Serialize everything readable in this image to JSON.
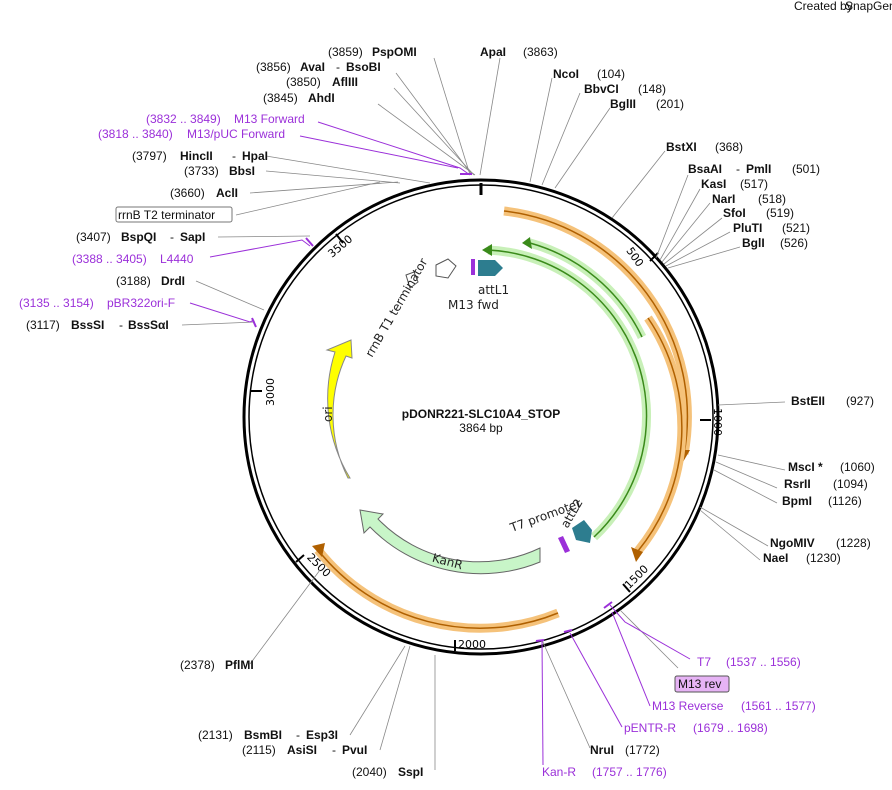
{
  "brand": {
    "created_by": "Created by",
    "name": "SnapGene"
  },
  "plasmid": {
    "name": "pDONR221-SLC10A4_STOP",
    "length": "3864 bp"
  },
  "tick_labels": [
    "500",
    "1000",
    "1500",
    "2000",
    "2500",
    "3000",
    "3500"
  ],
  "enzymes_top": [
    {
      "pos": "(3859)",
      "name": "PspOMI"
    },
    {
      "pos": "(3856)",
      "name": "AvaI",
      "alt": "BsoBI"
    },
    {
      "pos": "(3850)",
      "name": "AflIII"
    },
    {
      "pos": "(3845)",
      "name": "AhdI"
    },
    {
      "pos": "(3863)",
      "name": "ApaI"
    }
  ],
  "primers_top": [
    {
      "range": "(3832 .. 3849)",
      "name": "M13 Forward"
    },
    {
      "range": "(3818 .. 3840)",
      "name": "M13/pUC Forward"
    }
  ],
  "enzymes_left": [
    {
      "pos": "(3797)",
      "name": "HincII",
      "alt": "HpaI"
    },
    {
      "pos": "(3733)",
      "name": "BbsI"
    },
    {
      "pos": "(3660)",
      "name": "AclI"
    },
    {
      "pos": "(3407)",
      "name": "BspQI",
      "alt": "SapI"
    },
    {
      "pos": "(3188)",
      "name": "DrdI"
    },
    {
      "pos": "(3117)",
      "name": "BssSI",
      "alt": "BssSαI"
    }
  ],
  "features_left": [
    {
      "name": "rrnB T2 terminator"
    },
    {
      "range": "(3388 .. 3405)",
      "name": "L4440"
    },
    {
      "range": "(3135 .. 3154)",
      "name": "pBR322ori-F"
    }
  ],
  "enzymes_right": [
    {
      "name": "NcoI",
      "pos": "(104)"
    },
    {
      "name": "BbvCI",
      "pos": "(148)"
    },
    {
      "name": "BglII",
      "pos": "(201)"
    },
    {
      "name": "BstXI",
      "pos": "(368)"
    },
    {
      "name": "BsaAI",
      "alt": "PmlI",
      "pos": "(501)"
    },
    {
      "name": "KasI",
      "pos": "(517)"
    },
    {
      "name": "NarI",
      "pos": "(518)"
    },
    {
      "name": "SfoI",
      "pos": "(519)"
    },
    {
      "name": "PluTI",
      "pos": "(521)"
    },
    {
      "name": "BglI",
      "pos": "(526)"
    },
    {
      "name": "BstEII",
      "pos": "(927)"
    },
    {
      "name": "MscI *",
      "pos": "(1060)"
    },
    {
      "name": "RsrII",
      "pos": "(1094)"
    },
    {
      "name": "BpmI",
      "pos": "(1126)"
    },
    {
      "name": "NgoMIV",
      "pos": "(1228)"
    },
    {
      "name": "NaeI",
      "pos": "(1230)"
    }
  ],
  "features_bottom_right": [
    {
      "name": "T7",
      "range": "(1537 .. 1556)"
    },
    {
      "name": "M13 rev"
    },
    {
      "name": "M13 Reverse",
      "range": "(1561 .. 1577)"
    },
    {
      "name": "pENTR-R",
      "range": "(1679 .. 1698)"
    },
    {
      "name": "Kan-R",
      "range": "(1757 .. 1776)"
    }
  ],
  "enzymes_bottom": [
    {
      "pos": "(2378)",
      "name": "PflMI"
    },
    {
      "pos": "(2131)",
      "name": "BsmBI",
      "alt": "Esp3I"
    },
    {
      "pos": "(2115)",
      "name": "AsiSI",
      "alt": "PvuI"
    },
    {
      "pos": "(2040)",
      "name": "SspI"
    },
    {
      "name": "NruI",
      "pos": "(1772)"
    }
  ],
  "inner_features": {
    "attL1": "attL1",
    "m13_fwd": "M13 fwd",
    "rrnB_T1": "rrnB T1 terminator",
    "ori": "ori",
    "kanR": "KanR",
    "t7_promoter": "T7 promoter",
    "attL2": "attL2"
  },
  "colors": {
    "backbone": "#000000",
    "feature_label": "#9b30d9",
    "orange_arc": "#f5c27a",
    "green_arc": "#5cb83a",
    "ori": "#ffff00",
    "kanR": "#c8f5c8",
    "att": "#2d7d8f"
  }
}
